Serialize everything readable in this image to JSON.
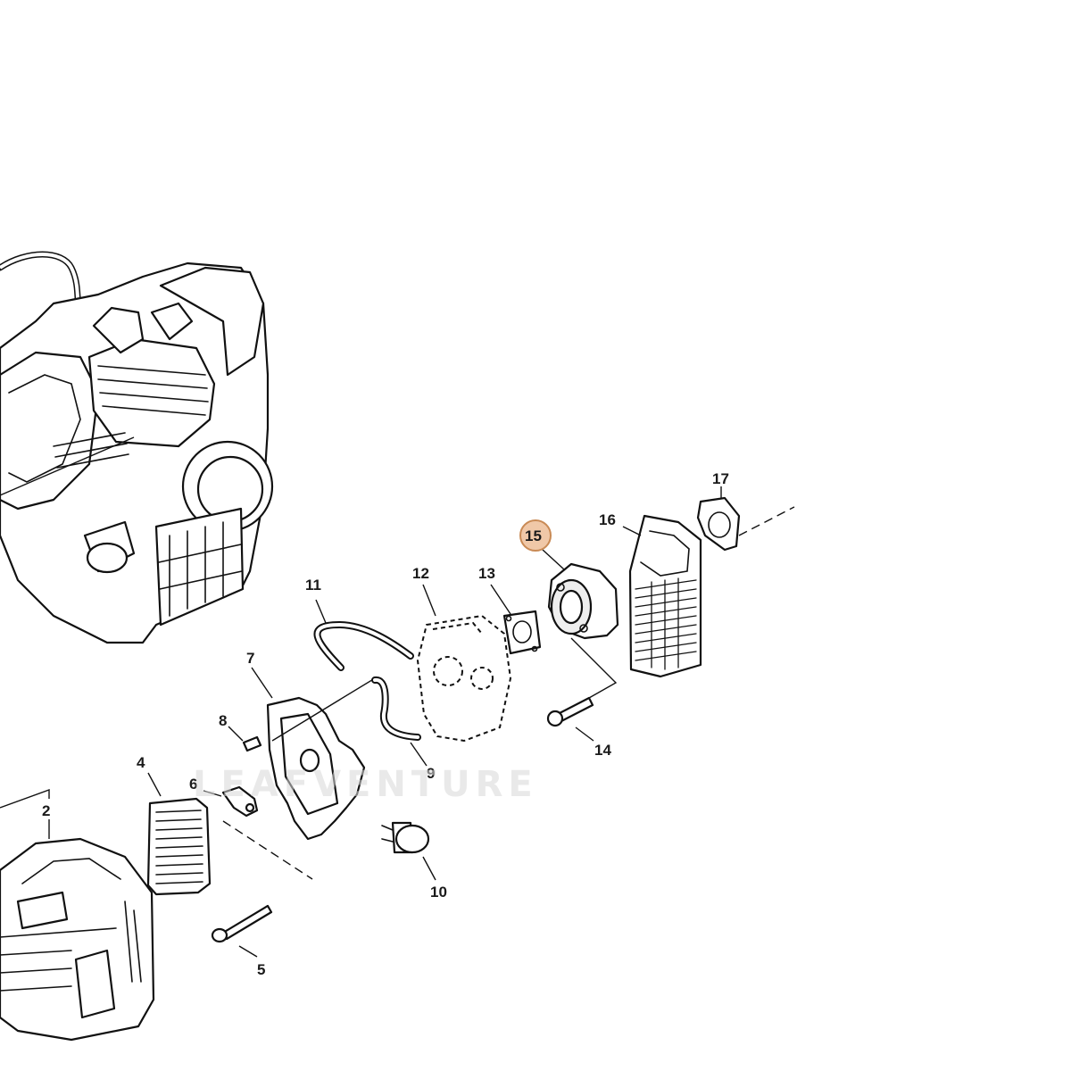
{
  "diagram": {
    "callouts": [
      {
        "id": "2",
        "label": "2"
      },
      {
        "id": "4",
        "label": "4"
      },
      {
        "id": "5",
        "label": "5"
      },
      {
        "id": "6",
        "label": "6"
      },
      {
        "id": "7",
        "label": "7"
      },
      {
        "id": "8",
        "label": "8"
      },
      {
        "id": "9",
        "label": "9"
      },
      {
        "id": "10",
        "label": "10"
      },
      {
        "id": "11",
        "label": "11"
      },
      {
        "id": "12",
        "label": "12"
      },
      {
        "id": "13",
        "label": "13"
      },
      {
        "id": "14",
        "label": "14"
      },
      {
        "id": "15",
        "label": "15",
        "highlighted": true
      },
      {
        "id": "16",
        "label": "16"
      },
      {
        "id": "17",
        "label": "17"
      }
    ],
    "watermark": "LEAFVENTURE",
    "highlight_color": "#f0c8a8",
    "highlight_border_color": "#c98a55"
  }
}
